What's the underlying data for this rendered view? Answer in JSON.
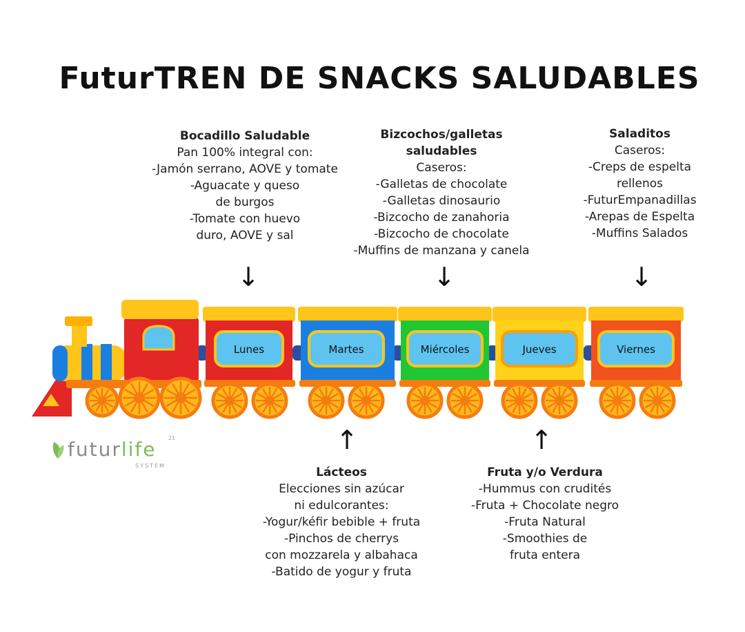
{
  "title": "FuturTREN DE SNACKS SALUDABLES",
  "days": [
    "Lunes",
    "Martes",
    "Miércoles",
    "Jueves",
    "Viernes"
  ],
  "blocks": {
    "bocadillo": {
      "heading": "Bocadillo Saludable",
      "lines": [
        "Pan 100% integral con:",
        "-Jamón serrano, AOVE y tomate",
        "-Aguacate y queso",
        "de burgos",
        "-Tomate con huevo",
        "duro, AOVE y sal"
      ]
    },
    "bizcochos": {
      "heading_lines": [
        "Bizcochos/galletas",
        "saludables"
      ],
      "lines": [
        "Caseros:",
        "-Galletas de chocolate",
        "-Galletas dinosaurio",
        "-Bizcocho de zanahoria",
        "-Bizcocho de chocolate",
        "-Muffins de manzana y canela"
      ]
    },
    "saladitos": {
      "heading": "Saladitos",
      "lines": [
        "Caseros:",
        "-Creps de espelta",
        "rellenos",
        "-FuturEmpanadillas",
        "-Arepas de Espelta",
        "-Muffins Salados"
      ]
    },
    "lacteos": {
      "heading": "Lácteos",
      "lines": [
        "Elecciones sin azúcar",
        "ni edulcorantes:",
        "-Yogur/kéfir bebible + fruta",
        "-Pinchos de cherrys",
        "con mozzarela y albahaca",
        "-Batido de yogur y fruta"
      ]
    },
    "fruta": {
      "heading": "Fruta y/o Verdura",
      "lines": [
        "-Hummus con crudités",
        "-Fruta + Chocolate negro",
        "-Fruta Natural",
        "-Smoothies de",
        "fruta entera"
      ]
    }
  },
  "logo": {
    "brand_a": "futur",
    "brand_b": "life",
    "sub": "SYSTEM",
    "num": "21"
  },
  "icons": {
    "down": "arrow-down-icon",
    "up": "arrow-up-icon"
  },
  "colors": {
    "car1": "#e32626",
    "car2": "#1a7fe0",
    "car3": "#22c534",
    "car4": "#ffd21a",
    "car5": "#f2521c",
    "roof": "#ffc51a",
    "window": "#5ec4ef",
    "wheel": "#f57c10"
  }
}
